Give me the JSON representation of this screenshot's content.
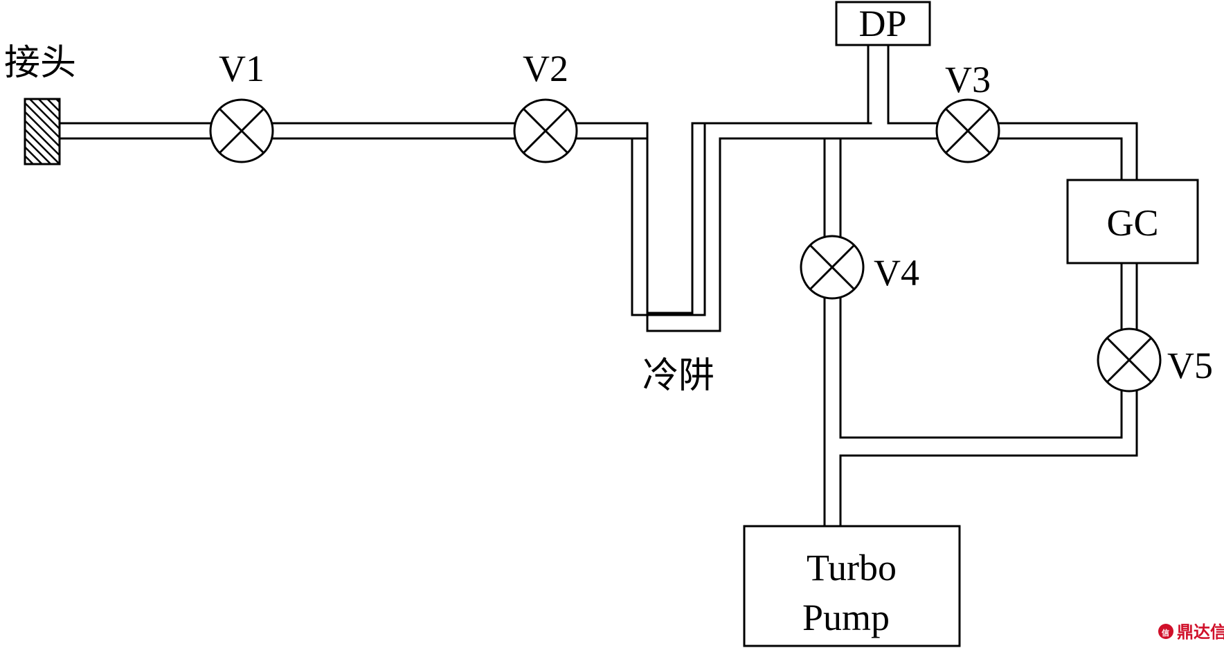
{
  "labels": {
    "connector": "接头",
    "cold_trap": "冷阱",
    "dp": "DP",
    "gc": "GC",
    "turbo_line1": "Turbo",
    "turbo_line2": "Pump",
    "watermark": "鼎达信"
  },
  "valves": [
    {
      "id": "v1",
      "label": "V1"
    },
    {
      "id": "v2",
      "label": "V2"
    },
    {
      "id": "v3",
      "label": "V3"
    },
    {
      "id": "v4",
      "label": "V4"
    },
    {
      "id": "v5",
      "label": "V5"
    }
  ],
  "colors": {
    "line": "#000000",
    "background": "#ffffff",
    "watermark": "#d0102a"
  }
}
